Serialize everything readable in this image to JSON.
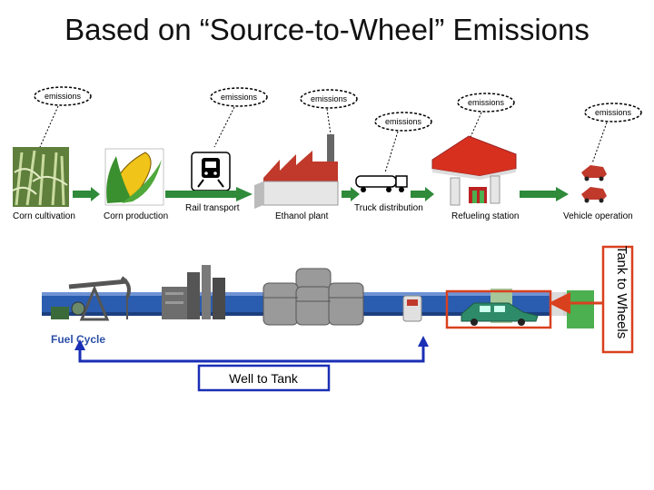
{
  "title": "Based on “Source-to-Wheel” Emissions",
  "emissions_label": "emissions",
  "stages": [
    {
      "label": "Corn cultivation"
    },
    {
      "label": "Corn production"
    },
    {
      "label": "Rail transport"
    },
    {
      "label": "Ethanol plant"
    },
    {
      "label": "Truck distribution"
    },
    {
      "label": "Refueling station"
    },
    {
      "label": "Vehicle operation"
    }
  ],
  "fuel_cycle_label": "Fuel Cycle",
  "well_to_tank_label": "Well to Tank",
  "tank_to_wheels_label": "Tank to Wheels",
  "colors": {
    "arrow_green": "#2f8a3a",
    "pipeline_blue": "#2a5db0",
    "wtt_blue": "#1a2fb5",
    "ttw_red": "#d9401e"
  }
}
